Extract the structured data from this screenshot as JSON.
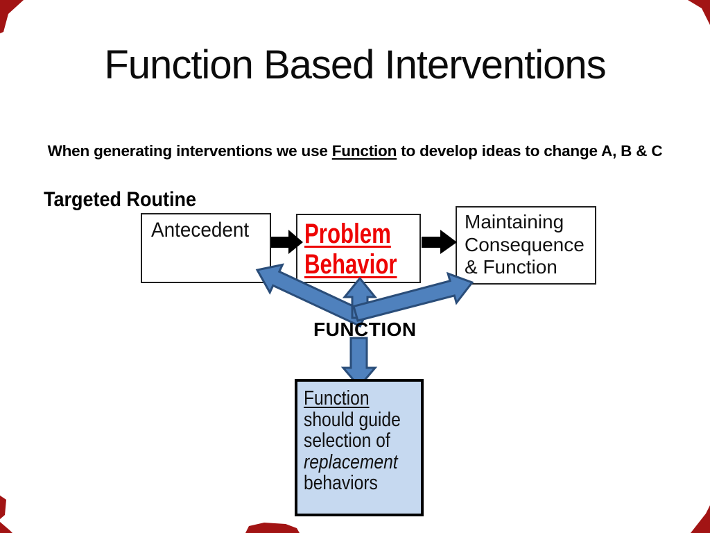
{
  "slide": {
    "title": "Function Based Interventions",
    "subtitle": {
      "pre": "When generating interventions we use ",
      "underlined": "Function",
      "post": " to develop ideas to change A, B & C"
    },
    "routine_label": "Targeted Routine",
    "boxes": {
      "antecedent": "Antecedent",
      "problem": {
        "line1": "Problem",
        "line2": "Behavior"
      },
      "maintaining": "Maintaining\nConsequence\n& Function"
    },
    "function_label": "FUNCTION",
    "info_box": {
      "line1": "Function",
      "line2": "should guide",
      "line3": "selection of",
      "line4": "replacement",
      "line5": "behaviors"
    },
    "colors": {
      "problem_text_red": "#ee0404",
      "flow_arrow_black": "#000000",
      "function_arrow_fill": "#4f81bd",
      "function_arrow_stroke": "#2a4d79",
      "info_box_fill": "#c6d9f0",
      "corner_ornament_red": "#a21414"
    }
  }
}
